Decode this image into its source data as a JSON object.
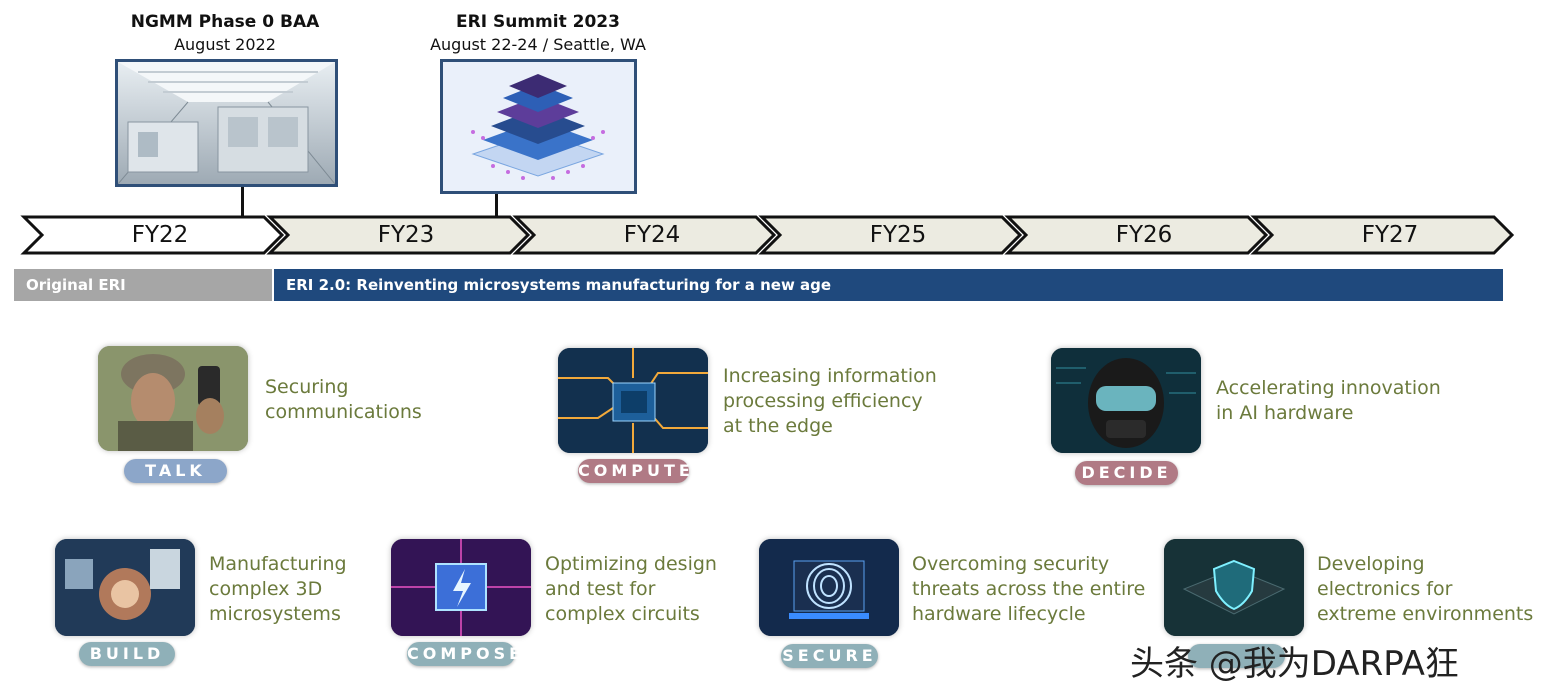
{
  "milestones": [
    {
      "title": "NGMM Phase 0 BAA",
      "date": "August 2022"
    },
    {
      "title": "ERI Summit 2023",
      "date": "August 22-24 / Seattle, WA"
    }
  ],
  "timeline": {
    "years": [
      "FY22",
      "FY23",
      "FY24",
      "FY25",
      "FY26",
      "FY27"
    ],
    "colors": {
      "first": "#ffffff",
      "rest": "#ecebe1",
      "stroke": "#111111"
    }
  },
  "eras": {
    "original": {
      "label": "Original ERI",
      "color": "#a6a6a6"
    },
    "eri2": {
      "label": "ERI 2.0: Reinventing microsystems manufacturing for a new age",
      "color": "#1f497d"
    }
  },
  "thrusts": [
    {
      "tag": "TALK",
      "desc": [
        "Securing",
        "communications"
      ],
      "tag_color": "#8ca6c9"
    },
    {
      "tag": "COMPUTE",
      "desc": [
        "Increasing information",
        "processing efficiency",
        "at the edge"
      ],
      "tag_color": "#b07a85"
    },
    {
      "tag": "DECIDE",
      "desc": [
        "Accelerating innovation",
        "in AI hardware"
      ],
      "tag_color": "#b07a85"
    },
    {
      "tag": "BUILD",
      "desc": [
        "Manufacturing",
        "complex 3D",
        "microsystems"
      ],
      "tag_color": "#8fb0b8"
    },
    {
      "tag": "COMPOSE",
      "desc": [
        "Optimizing design",
        "and test for",
        "complex circuits"
      ],
      "tag_color": "#8fb0b8"
    },
    {
      "tag": "SECURE",
      "desc": [
        "Overcoming security",
        "threats across the entire",
        "hardware lifecycle"
      ],
      "tag_color": "#8fb0b8"
    },
    {
      "tag": "",
      "desc": [
        "Developing",
        "electronics for",
        "extreme environments"
      ],
      "tag_color": "#8fb0b8"
    }
  ],
  "watermark": "头条 @我为DARPA狂"
}
